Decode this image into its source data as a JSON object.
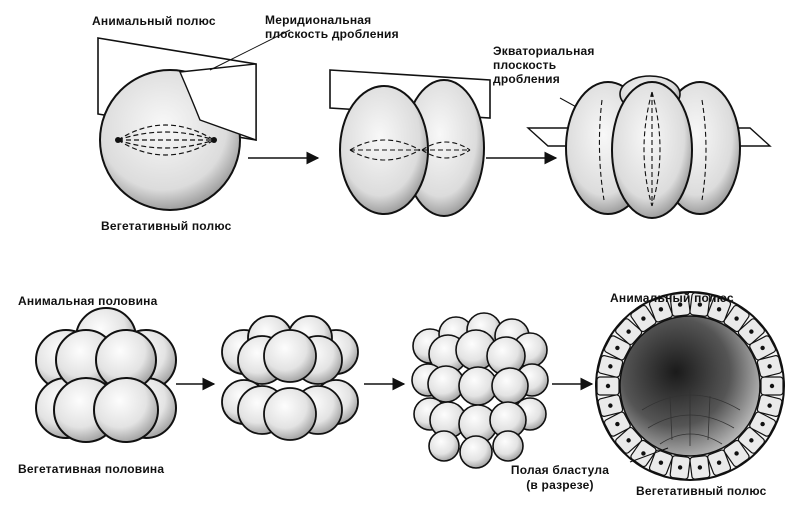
{
  "labels": {
    "animal_pole_top": "Анимальный полюс",
    "meridional_line1": "Меридиональная",
    "meridional_line2": "плоскость дробления",
    "vegetative_pole_top": "Вегетативный полюс",
    "equatorial_line1": "Экваториальная",
    "equatorial_line2": "плоскость",
    "equatorial_line3": "дробления",
    "animal_half": "Анимальная половина",
    "vegetative_half": "Вегетативная половина",
    "animal_pole_bottom": "Анимальный полюс",
    "blastula_line1": "Полая бластула",
    "blastula_line2": "(в разрезе)",
    "vegetative_pole_bottom": "Вегетативный полюс"
  },
  "colors": {
    "ink": "#111111",
    "cell_fill": "#ececec",
    "plane_fill": "#ffffff"
  }
}
